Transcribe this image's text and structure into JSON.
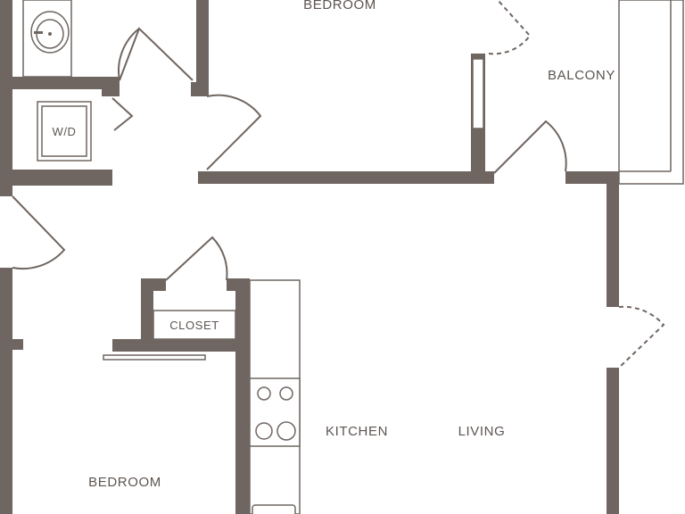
{
  "floorplan": {
    "rooms": {
      "bedroom_top": "BEDROOM",
      "balcony": "BALCONY",
      "washer_dryer": "W/D",
      "closet": "CLOSET",
      "kitchen": "KITCHEN",
      "living": "LIVING",
      "bedroom_bottom": "BEDROOM"
    },
    "colors": {
      "wall": "#6f6661",
      "label": "#5d5551",
      "background": "#ffffff"
    }
  }
}
